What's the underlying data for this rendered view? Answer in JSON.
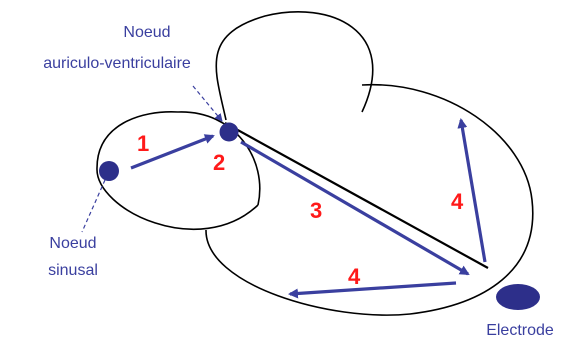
{
  "labels": {
    "av_node_line1": "Noeud",
    "av_node_line2": "auriculo-ventriculaire",
    "sa_node_line1": "Noeud",
    "sa_node_line2": "sinusal",
    "electrode": "Electrode"
  },
  "steps": {
    "s1": "1",
    "s2": "2",
    "s3": "3",
    "s4_right": "4",
    "s4_bottom": "4"
  },
  "colors": {
    "outline": "#000000",
    "node": "#2d2f8a",
    "arrow": "#3a3f9f",
    "label": "#3a3f9f",
    "step": "#ff1a1a"
  }
}
